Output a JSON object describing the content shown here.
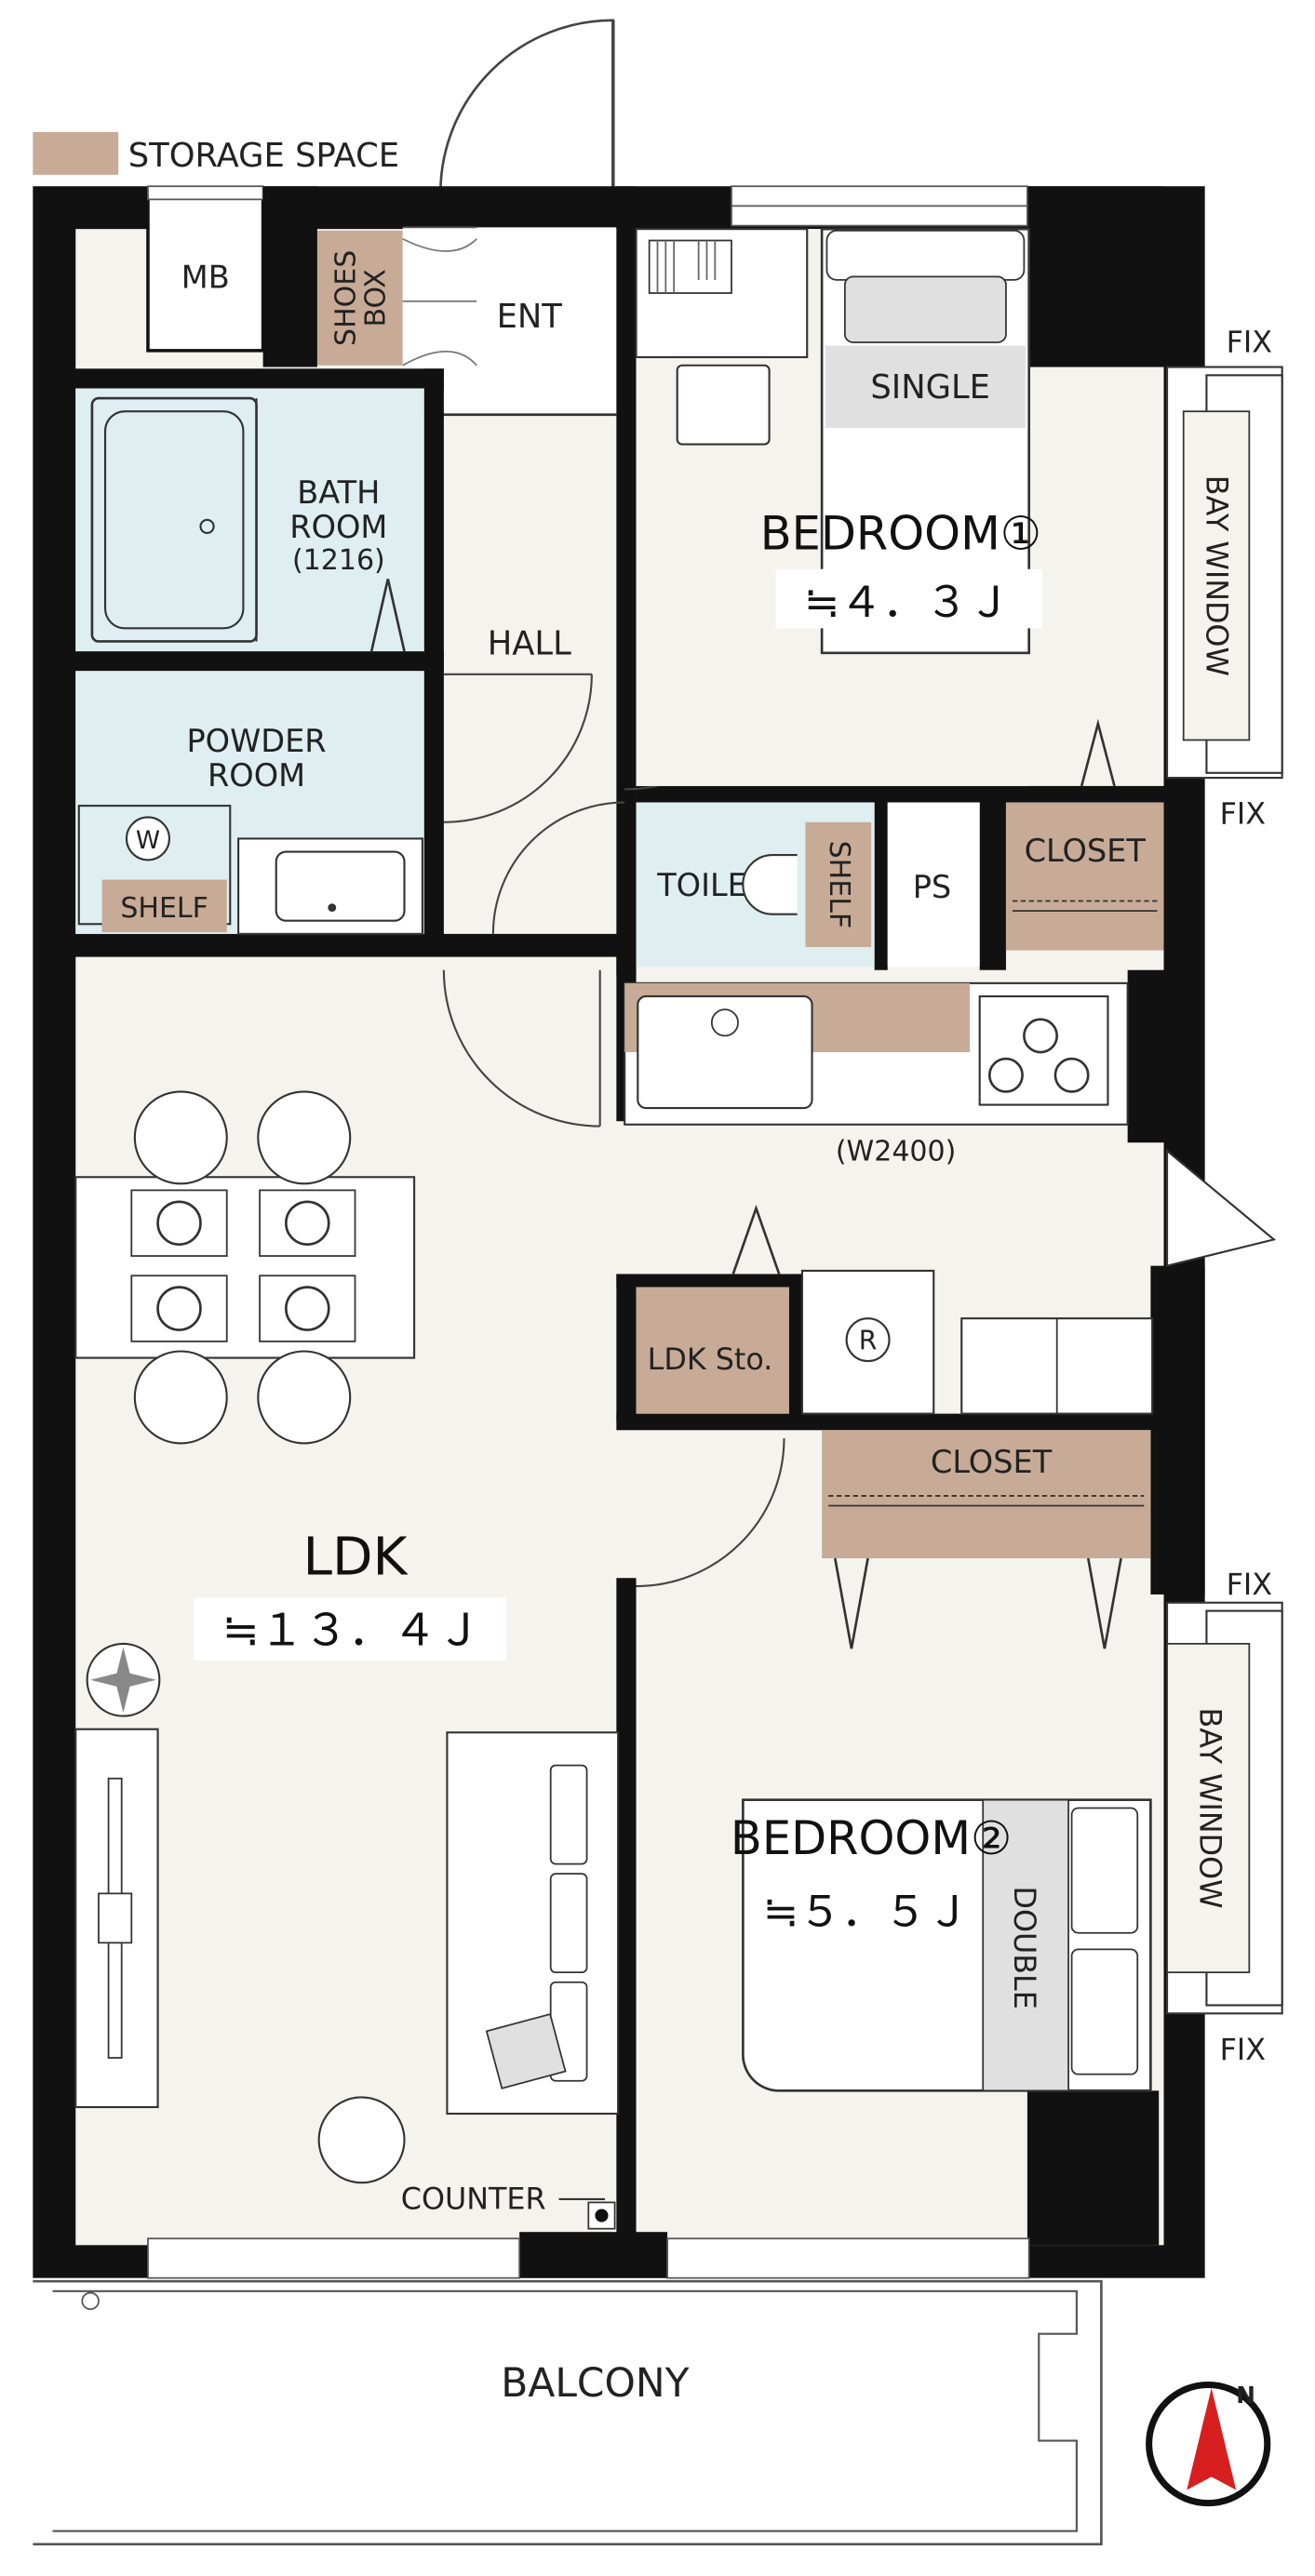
{
  "legend": {
    "storage_label": "STORAGE SPACE"
  },
  "labels": {
    "mb": "MB",
    "shoes_box_line1": "SHOES",
    "shoes_box_line2": "BOX",
    "ent": "ENT",
    "bath_line1": "BATH",
    "bath_line2": "ROOM",
    "bath_size": "(1216)",
    "hall": "HALL",
    "powder_line1": "POWDER",
    "powder_line2": "ROOM",
    "washer": "W",
    "shelf_powder": "SHELF",
    "toilet": "TOILET",
    "shelf_toilet": "SHELF",
    "ps": "PS",
    "closet_1": "CLOSET",
    "kitchen_width": "(W2400)",
    "ldk_storage": "LDK Sto.",
    "fridge": "R",
    "closet_2": "CLOSET",
    "ldk": "LDK",
    "ldk_size": "≒１３．４Ｊ",
    "bedroom1": "BEDROOM①",
    "bedroom1_size": "≒４．３Ｊ",
    "single": "SINGLE",
    "bedroom2": "BEDROOM②",
    "bedroom2_size": "≒５．５Ｊ",
    "double": "DOUBLE",
    "bay_window_top": "BAY WINDOW",
    "bay_window_bottom": "BAY WINDOW",
    "fix_1": "FIX",
    "fix_2": "FIX",
    "fix_3": "FIX",
    "fix_4": "FIX",
    "counter": "COUNTER",
    "balcony": "BALCONY"
  },
  "compass": {
    "direction": "N"
  },
  "colors": {
    "wall": "#111111",
    "storage": "#c8ab96",
    "wet_area": "#dfeef1",
    "floor": "#f4f3ee",
    "fixture_gray": "#e0e0e0",
    "compass_red": "#d81f1f"
  }
}
